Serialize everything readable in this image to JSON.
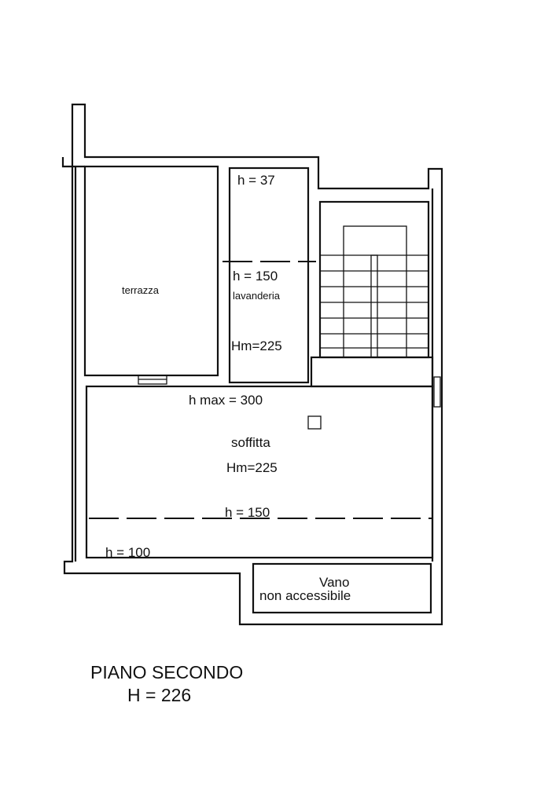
{
  "plan": {
    "title": "PIANO SECONDO",
    "height": "H = 226"
  },
  "rooms": {
    "terrazza": "terrazza",
    "lavanderia": {
      "name": "lavanderia",
      "h_top": "h = 37",
      "h_mid": "h = 150",
      "hm": "Hm=225"
    },
    "soffitta": {
      "name": "soffitta",
      "hm": "Hm=225",
      "h_max": "h max = 300",
      "h_mid": "h = 150",
      "h_min": "h = 100"
    },
    "vano": {
      "line1": "Vano",
      "line2": "non accessibile"
    }
  }
}
